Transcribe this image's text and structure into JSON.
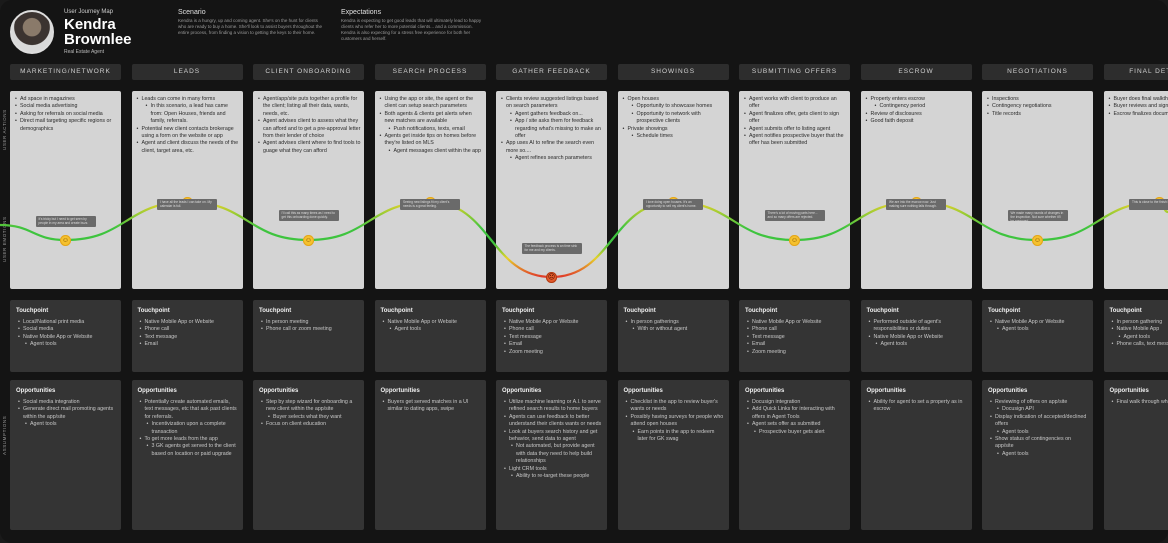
{
  "persona": {
    "map_title": "User Journey Map",
    "name": "Kendra Brownlee",
    "role": "Real Estate Agent"
  },
  "scenario": {
    "title": "Scenario",
    "text": "Kendra is a hungry, up and coming agent. She's on the hunt for clients who are ready to buy a home. She'll look to assist buyers throughout the entire process, from finding a vision to getting the keys to their home."
  },
  "expectations": {
    "title": "Expectations",
    "text": "Kendra is expecting to get good leads that will ultimately lead to happy clients who refer her to more potential clients... and a commission. Kendra is also expecting for a stress free experience for both her customers and herself."
  },
  "row_labels": {
    "actions": "USER ACTIONS",
    "emotions": "USER EMOTIONS",
    "assumptions": "ASSUMPTIONS"
  },
  "section_titles": {
    "touchpoint": "Touchpoint",
    "opportunities": "Opportunities"
  },
  "colors": {
    "curve_good": "#3ec43e",
    "curve_mid": "#e6d22a",
    "curve_bad": "#e03a2a",
    "face": "#f5c12e"
  },
  "stages": [
    {
      "name": "MARKETING/NETWORK",
      "actions": [
        {
          "t": "Ad space in magazines"
        },
        {
          "t": "Social media advertising"
        },
        {
          "t": "Asking for referrals on social media"
        },
        {
          "t": "Direct mail targeting specific regions or demographics"
        }
      ],
      "emotion_note": "It's tricky but I need to get seen by people in my area and create buzz.",
      "emotion": "neutral",
      "touchpoints": [
        {
          "t": "Local/National print media"
        },
        {
          "t": "Social media"
        },
        {
          "t": "Native Mobile App or Website"
        },
        {
          "t": "Agent tools",
          "sub": true
        }
      ],
      "opportunities": [
        {
          "t": "Social media integration"
        },
        {
          "t": "Generate direct mail promoting agents within the app/site"
        },
        {
          "t": "Agent tools",
          "sub": true
        }
      ]
    },
    {
      "name": "LEADS",
      "actions": [
        {
          "t": "Leads can come in many forms"
        },
        {
          "t": "In this scenario, a lead has came from: Open Houses, friends and family, referrals.",
          "sub": true
        },
        {
          "t": "Potential new client contacts brokerage using a form on the website or app"
        },
        {
          "t": "Agent and client discuss the needs of the client, target area, etc."
        }
      ],
      "emotion_note": "I have all the leads I can take on. My calendar is full.",
      "emotion": "happy",
      "touchpoints": [
        {
          "t": "Native Mobile App or Website"
        },
        {
          "t": "Phone call"
        },
        {
          "t": "Text message"
        },
        {
          "t": "Email"
        }
      ],
      "opportunities": [
        {
          "t": "Potentially create automated emails, text messages, etc that ask past clients for referrals."
        },
        {
          "t": "Incentivization upon a complete transaction",
          "sub": true
        },
        {
          "t": "To get more leads from the app"
        },
        {
          "t": "3 GK agents get served to the client based on location or paid upgrade",
          "sub": true
        }
      ]
    },
    {
      "name": "CLIENT ONBOARDING",
      "actions": [
        {
          "t": "Agent/app/site puts together a profile for the client; listing all their data, wants, needs, etc."
        },
        {
          "t": "Agent advises client to assess what they can afford and to get a pre-approval letter from their lender of choice"
        },
        {
          "t": "Agent advises client where to find tools to guage what they can afford"
        }
      ],
      "emotion_note": "I'll call this as many times as I need to get this onboarding done quickly.",
      "emotion": "neutral",
      "touchpoints": [
        {
          "t": "In person meeting"
        },
        {
          "t": "Phone call or zoom meeting"
        }
      ],
      "opportunities": [
        {
          "t": "Step by step wizard for onboarding a new client within the app/site"
        },
        {
          "t": "Buyer selects what they want",
          "sub": true
        },
        {
          "t": "Focus on client education"
        }
      ]
    },
    {
      "name": "SEARCH PROCESS",
      "actions": [
        {
          "t": "Using the app or site, the agent or the client can setup search parameters"
        },
        {
          "t": "Both agents & clients get alerts when new matches are available"
        },
        {
          "t": "Push notifications, texts, email",
          "sub": true
        },
        {
          "t": "Agents get inside tips on homes before they're listed on MLS"
        },
        {
          "t": "Agent messages client within the app",
          "sub": true
        }
      ],
      "emotion_note": "Seeing new listings fit my client's needs is a great feeling.",
      "emotion": "happy",
      "touchpoints": [
        {
          "t": "Native Mobile App or Website"
        },
        {
          "t": "Agent tools",
          "sub": true
        }
      ],
      "opportunities": [
        {
          "t": "Buyers get served matches in a UI similar to dating apps, swipe"
        }
      ]
    },
    {
      "name": "GATHER FEEDBACK",
      "actions": [
        {
          "t": "Clients review suggested listings based on search parameters"
        },
        {
          "t": "Agent gathers feedback on...",
          "sub": true
        },
        {
          "t": "App / site asks them for feedback regarding what's missing to make an offer",
          "sub": true
        },
        {
          "t": "App uses AI to refine the search even more so...."
        },
        {
          "t": "Agent refines search parameters",
          "sub": true
        }
      ],
      "emotion_note": "The feedback process is an time sink for me and my clients.",
      "emotion": "angry",
      "touchpoints": [
        {
          "t": "Native Mobile App or Website"
        },
        {
          "t": "Phone call"
        },
        {
          "t": "Text message"
        },
        {
          "t": "Email"
        },
        {
          "t": "Zoom meeting"
        }
      ],
      "opportunities": [
        {
          "t": "Utilize machine learning or A.I. to serve refined search results to home buyers"
        },
        {
          "t": "Agents can use feedback to better understand their clients wants or needs"
        },
        {
          "t": "Look at buyers search history and get behavior, send data to agent"
        },
        {
          "t": "Not automated, but provide agent with data they need to help build relationships",
          "sub": true
        },
        {
          "t": "Light CRM tools"
        },
        {
          "t": "Ability to re-target these people",
          "sub": true
        }
      ]
    },
    {
      "name": "SHOWINGS",
      "actions": [
        {
          "t": "Open houses"
        },
        {
          "t": "Opportunity to showcase homes",
          "sub": true
        },
        {
          "t": "Opportunity to network with prospective clients",
          "sub": true
        },
        {
          "t": "Private showings"
        },
        {
          "t": "Schedule times",
          "sub": true
        }
      ],
      "emotion_note": "I love doing open houses. It's an opportunity to sell my client's home.",
      "emotion": "happy",
      "touchpoints": [
        {
          "t": "In person gatherings"
        },
        {
          "t": "With or without agent",
          "sub": true
        }
      ],
      "opportunities": [
        {
          "t": "Checklist in the app to review buyer's wants or needs"
        },
        {
          "t": "Possibly having surveys for people who attend open houses"
        },
        {
          "t": "Earn points in the app to redeem later for GK swag",
          "sub": true
        }
      ]
    },
    {
      "name": "SUBMITTING OFFERS",
      "actions": [
        {
          "t": "Agent works with client to produce an offer"
        },
        {
          "t": "Agent finalizes offer, gets client to sign offer"
        },
        {
          "t": "Agent submits offer to listing agent"
        },
        {
          "t": "Agent notifies prospective buyer that the offer has been submitted"
        }
      ],
      "emotion_note": "There's a lot of moving parts here... and so many offers are rejected.",
      "emotion": "neutral",
      "touchpoints": [
        {
          "t": "Native Mobile App or Website"
        },
        {
          "t": "Phone call"
        },
        {
          "t": "Text message"
        },
        {
          "t": "Email"
        },
        {
          "t": "Zoom meeting"
        }
      ],
      "opportunities": [
        {
          "t": "Docusign integration"
        },
        {
          "t": "Add Quick Links for interacting with offers in Agent Tools"
        },
        {
          "t": "Agent sets offer as submitted"
        },
        {
          "t": "Prospective buyer gets alert",
          "sub": true
        }
      ]
    },
    {
      "name": "ESCROW",
      "actions": [
        {
          "t": "Property enters escrow"
        },
        {
          "t": "Contingency period",
          "sub": true
        },
        {
          "t": "Review of disclosures"
        },
        {
          "t": "Good faith deposit"
        }
      ],
      "emotion_note": "We are into the escrow now. Just making sure nothing falls through.",
      "emotion": "happy",
      "touchpoints": [
        {
          "t": "Performed outside of agent's responsibilities or duties"
        },
        {
          "t": "Native Mobile App or Website"
        },
        {
          "t": "Agent tools",
          "sub": true
        }
      ],
      "opportunities": [
        {
          "t": "Ability for agent to set a property as in escrow"
        }
      ]
    },
    {
      "name": "NEGOTIATIONS",
      "actions": [
        {
          "t": "Inspections"
        },
        {
          "t": "Contingency negotiations"
        },
        {
          "t": "Title records"
        }
      ],
      "emotion_note": "We made many rounds of changes in the inspection. Not sure whether it'll be approved.",
      "emotion": "neutral",
      "touchpoints": [
        {
          "t": "Native Mobile App or Website"
        },
        {
          "t": "Agent tools",
          "sub": true
        }
      ],
      "opportunities": [
        {
          "t": "Reviewing of offers on app/site"
        },
        {
          "t": "Docusign API",
          "sub": true
        },
        {
          "t": "Display indication of accepted/declined offers"
        },
        {
          "t": "Agent tools",
          "sub": true
        },
        {
          "t": "Show status of contingencies on app/site"
        },
        {
          "t": "Agent tools",
          "sub": true
        }
      ]
    },
    {
      "name": "FINAL DETAILS",
      "actions": [
        {
          "t": "Buyer does final walkthrough"
        },
        {
          "t": "Buyer reviews and signs"
        },
        {
          "t": "Escrow finalizes documents"
        }
      ],
      "emotion_note": "This is close to the finish line.",
      "emotion": "happy",
      "touchpoints": [
        {
          "t": "In person gathering"
        },
        {
          "t": "Native Mobile App"
        },
        {
          "t": "Agent tools",
          "sub": true
        },
        {
          "t": "Phone calls, text messages, emails"
        }
      ],
      "opportunities": [
        {
          "t": "Final walk through where buyer can..."
        }
      ]
    }
  ]
}
